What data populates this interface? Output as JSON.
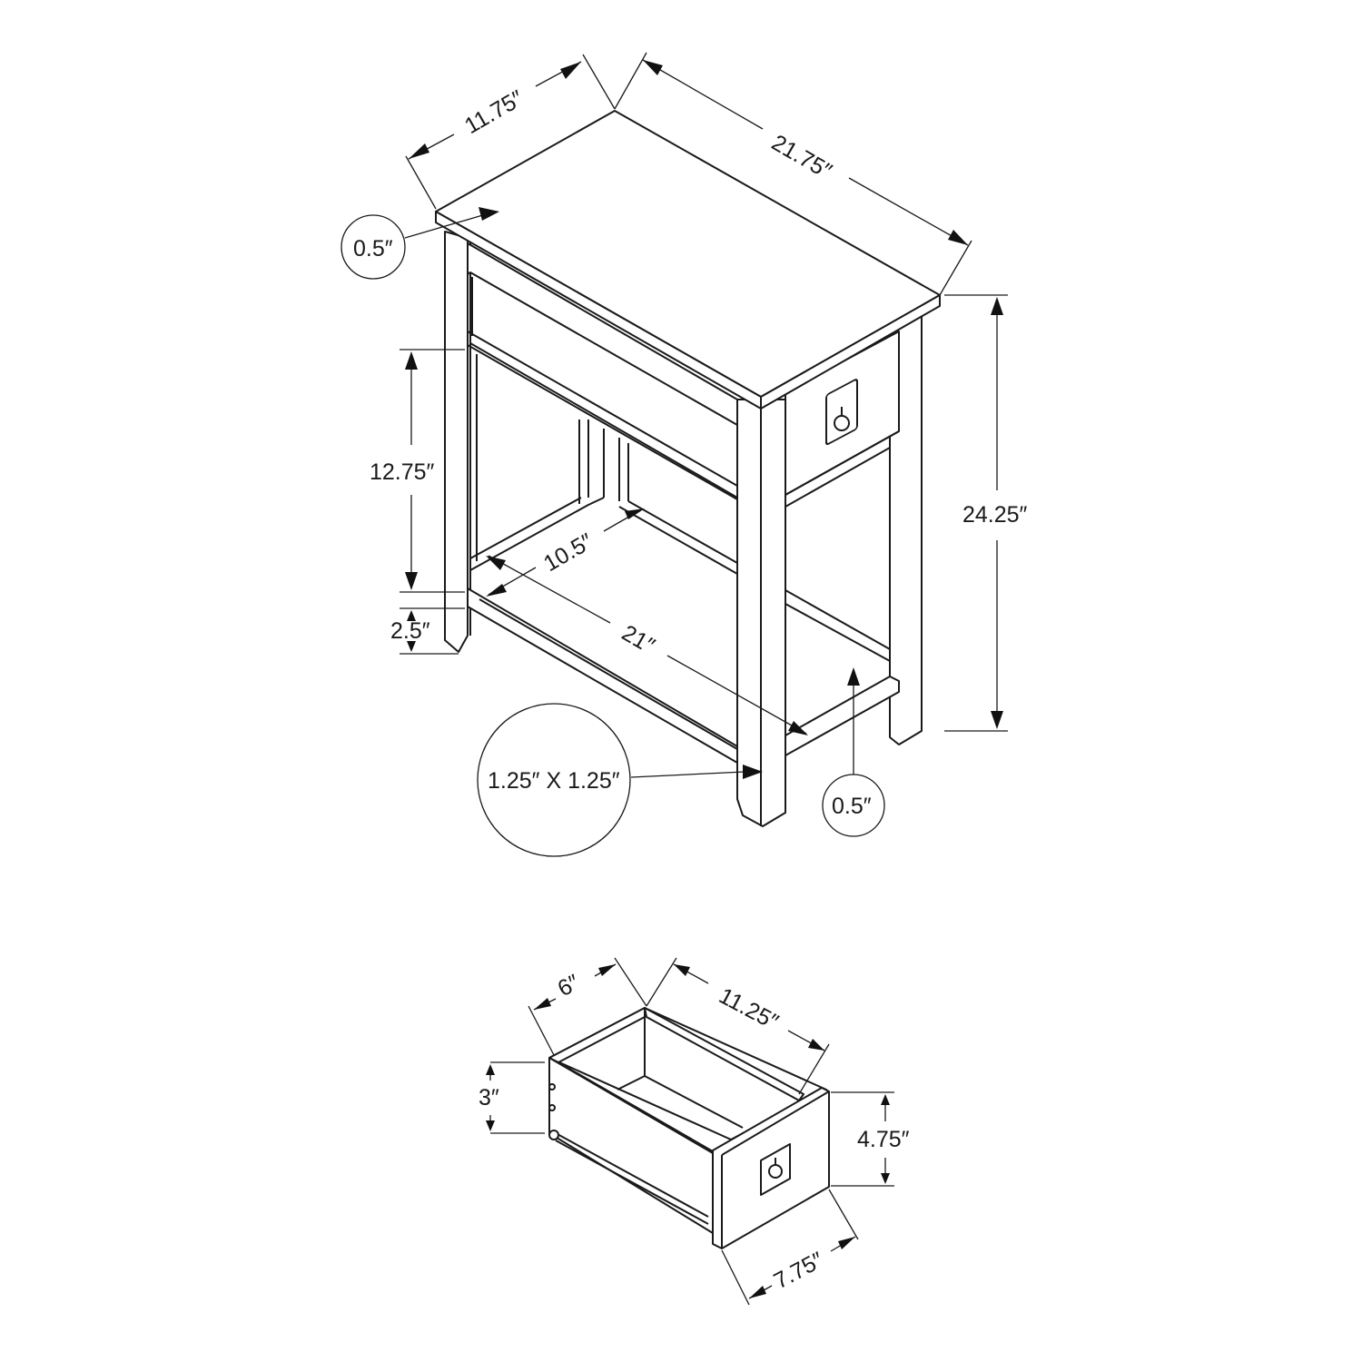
{
  "diagram": {
    "subject": "Side table with drawer — dimension drawing",
    "colors": {
      "line": "#1a1a1a",
      "background": "#ffffff"
    },
    "table": {
      "dimensions": {
        "top_depth": "11.75″",
        "top_length": "21.75″",
        "top_thickness": "0.5″",
        "total_height": "24.25″",
        "shelf_clearance": "12.75″",
        "shelf_depth": "10.5″",
        "shelf_length": "21″",
        "shelf_height_from_floor": "2.5″",
        "leg_size": "1.25″ X 1.25″",
        "shelf_thickness": "0.5″"
      }
    },
    "drawer": {
      "dimensions": {
        "inner_width": "6″",
        "length": "11.25″",
        "side_height": "3″",
        "front_height": "4.75″",
        "front_width": "7.75″"
      }
    },
    "icons": [
      "ring-pull-handle-icon",
      "drawer-slide-icon"
    ]
  }
}
